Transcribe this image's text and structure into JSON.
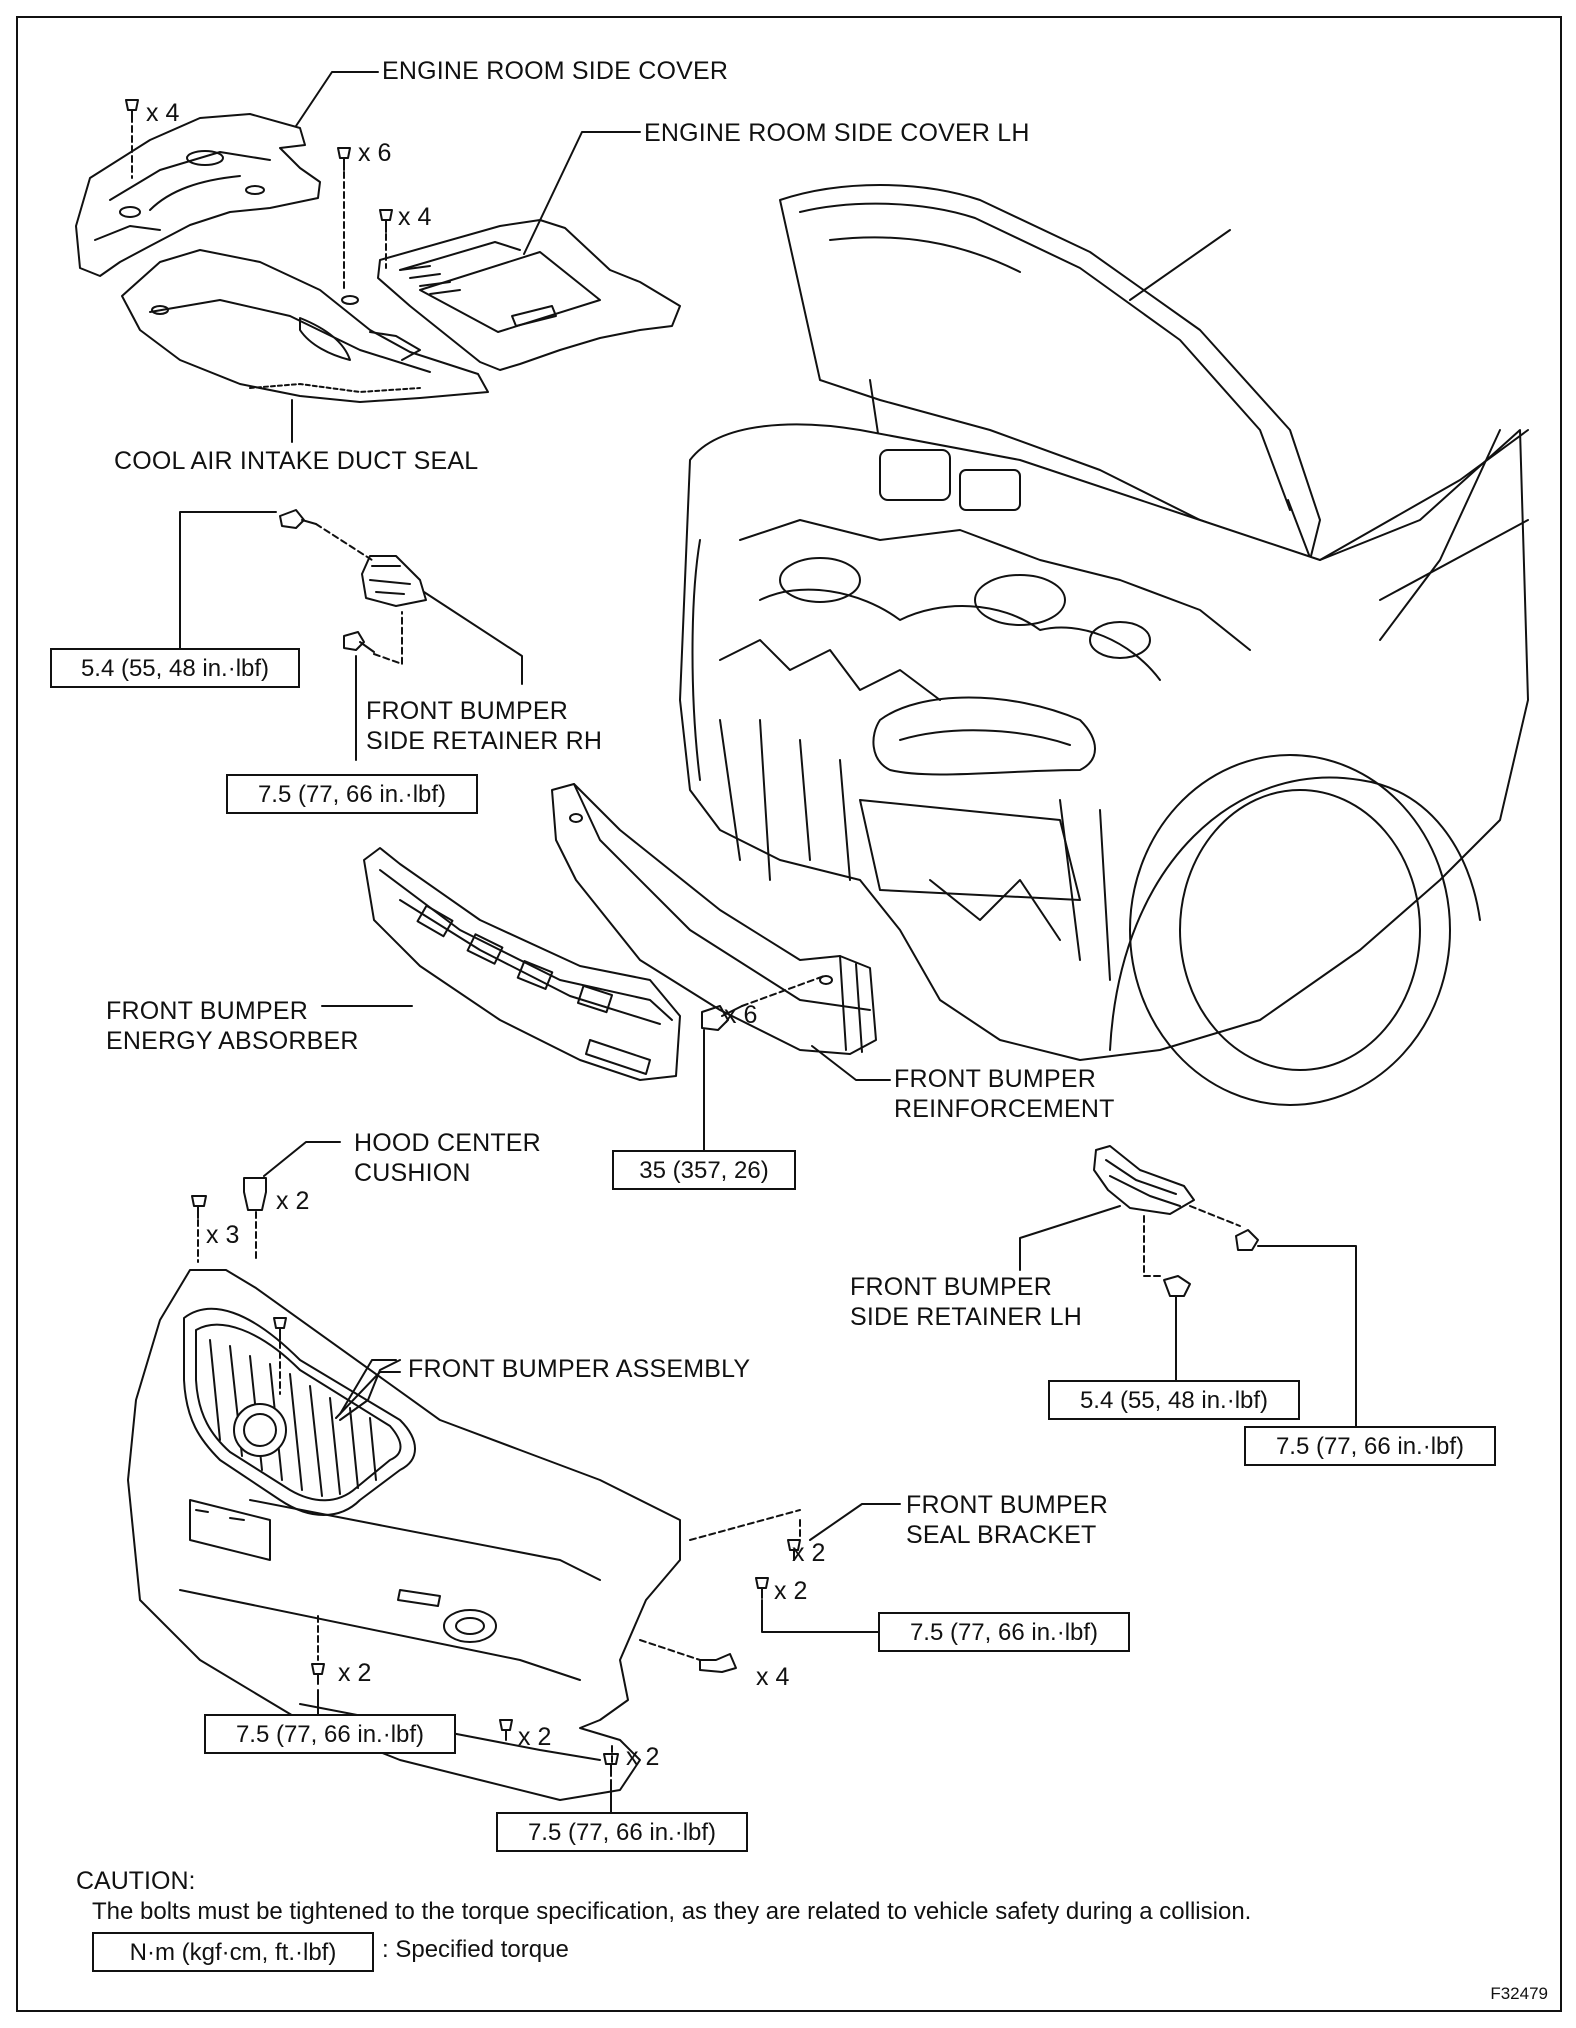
{
  "labels": {
    "engine_room_side_cover": "ENGINE ROOM SIDE COVER",
    "engine_room_side_cover_lh": "ENGINE ROOM SIDE COVER LH",
    "cool_air_intake_duct_seal": "COOL AIR INTAKE DUCT SEAL",
    "front_bumper_side_retainer_rh": "FRONT BUMPER\nSIDE RETAINER RH",
    "front_bumper_energy_absorber": "FRONT BUMPER\nENERGY ABSORBER",
    "front_bumper_reinforcement": "FRONT BUMPER\nREINFORCEMENT",
    "hood_center_cushion": "HOOD CENTER\nCUSHION",
    "front_bumper_side_retainer_lh": "FRONT BUMPER\nSIDE RETAINER LH",
    "front_bumper_assembly": "FRONT BUMPER ASSEMBLY",
    "front_bumper_seal_bracket": "FRONT BUMPER\nSEAL BRACKET"
  },
  "quantities": {
    "top_clip": "x 4",
    "side_cover_clip": "x 6",
    "lh_cover_clip": "x 4",
    "reinforcement_bolt": "x 6",
    "hood_cushion": "x 2",
    "bumper_top_clip": "x 3",
    "seal_bracket_clip": "x 2",
    "seal_bracket_screw": "x 2",
    "bumper_lower_left": "x 2",
    "bumper_side_screw": "x 4",
    "bumper_lower_mid": "x 2",
    "bumper_lower_right": "x 2"
  },
  "torques": {
    "rh_retainer_upper": "5.4 (55, 48 in.·lbf)",
    "rh_retainer_lower": "7.5 (77, 66 in.·lbf)",
    "reinforcement": "35 (357, 26)",
    "lh_retainer_inner": "5.4 (55, 48 in.·lbf)",
    "lh_retainer_outer": "7.5 (77, 66 in.·lbf)",
    "seal_bracket": "7.5 (77, 66 in.·lbf)",
    "bumper_lower_left": "7.5 (77, 66 in.·lbf)",
    "bumper_lower_right": "7.5 (77, 66 in.·lbf)"
  },
  "caution": {
    "title": "CAUTION:",
    "text": "The bolts must be tightened to the torque specification, as they are related to vehicle safety during a collision."
  },
  "legend": {
    "unit": "N·m (kgf·cm, ft.·lbf)",
    "meaning": ": Specified torque"
  },
  "figure_code": "F32479"
}
